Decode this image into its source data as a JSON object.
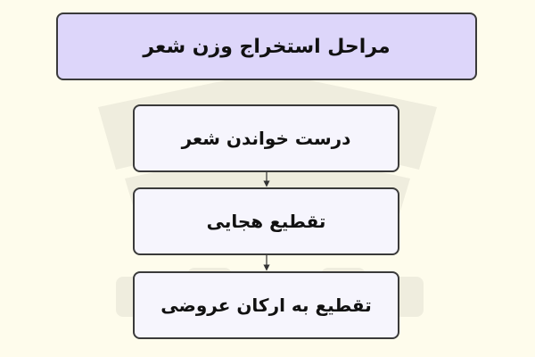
{
  "diagram": {
    "title": "مراحل استخراج وزن شعر",
    "steps": [
      "درست خواندن شعر",
      "تقطیع هجایی",
      "تقطیع به ارکان عروضی"
    ]
  },
  "colors": {
    "background": "#fefcec",
    "title_fill": "#ddd6fa",
    "step_fill": "#f6f5fd",
    "border": "#3a3a3a",
    "arrow": "#333333"
  }
}
